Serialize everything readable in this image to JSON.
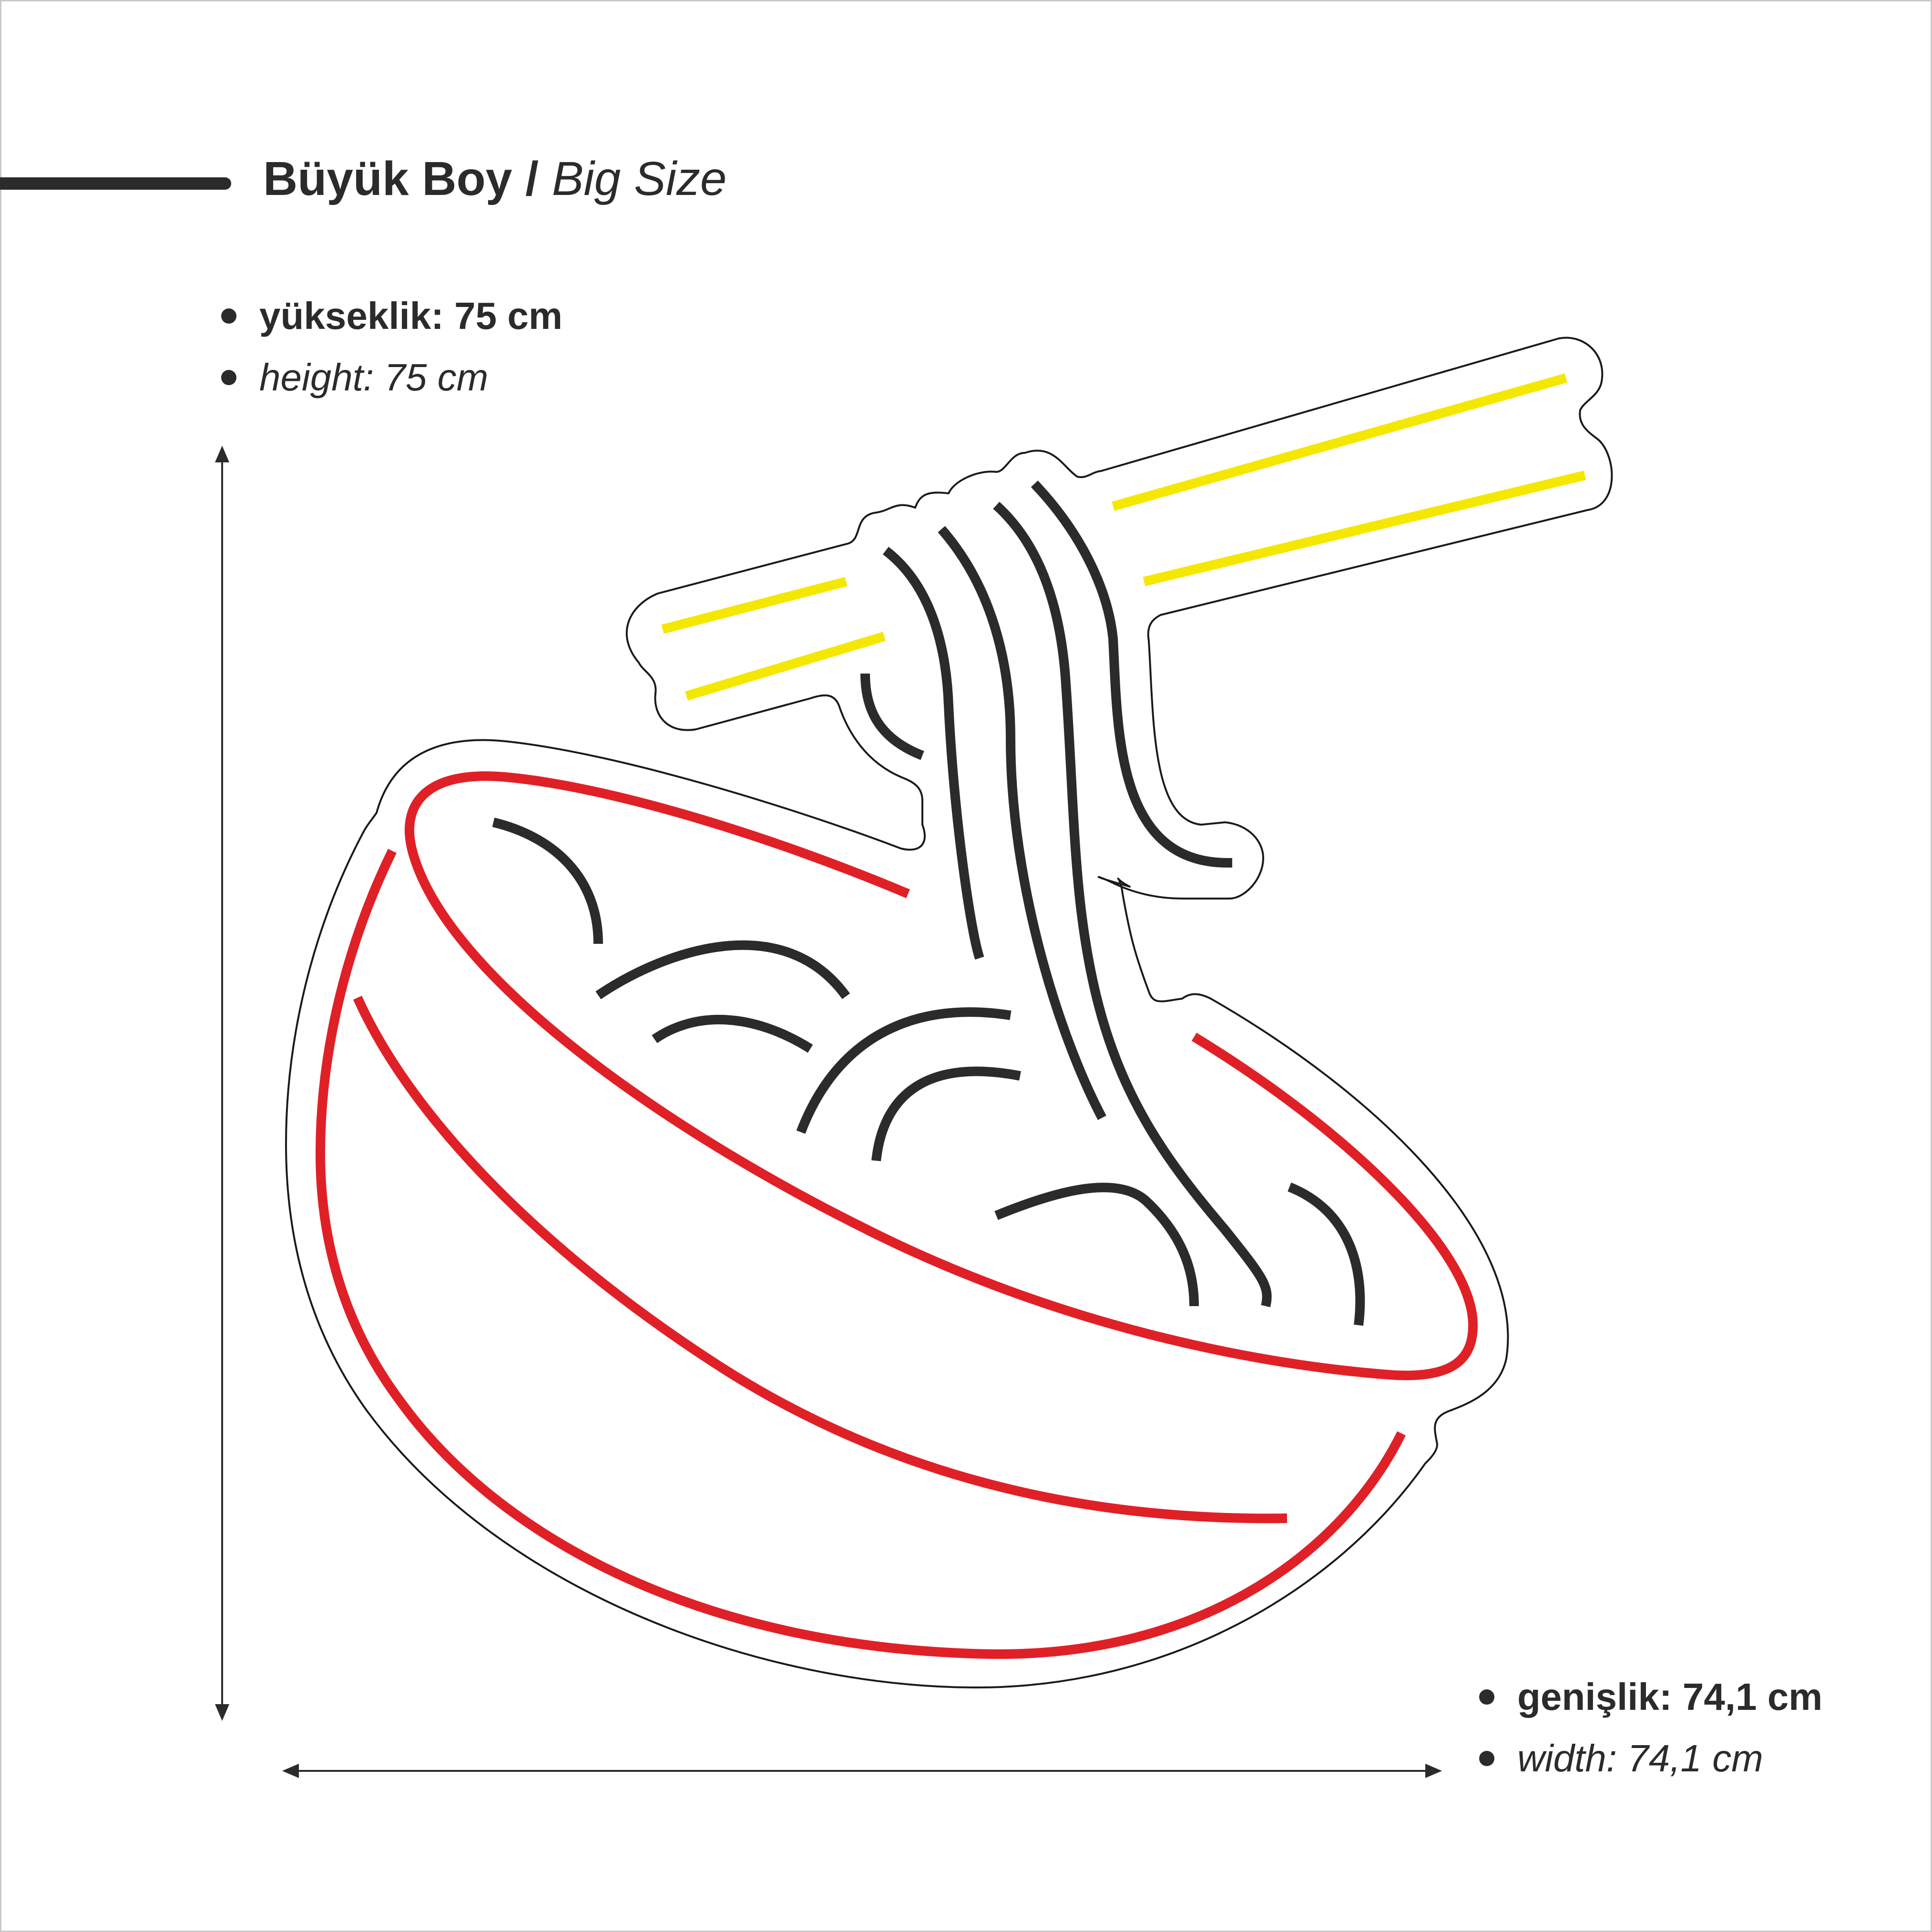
{
  "title": {
    "tr": "Büyük Boy",
    "separator": " / ",
    "en": "Big Size"
  },
  "height": {
    "tr": "yükseklik: 75 cm",
    "en": "height: 75 cm"
  },
  "width": {
    "tr": "genişlik: 74,1 cm",
    "en": "width: 74,1 cm"
  },
  "colors": {
    "bowl": "#e02027",
    "chopsticks": "#f5e800",
    "noodles": "#2b2b2b",
    "outline": "#1a1a1a",
    "text": "#2b2b2b"
  },
  "illustration": {
    "subject": "noodle-bowl-with-chopsticks-icon"
  }
}
